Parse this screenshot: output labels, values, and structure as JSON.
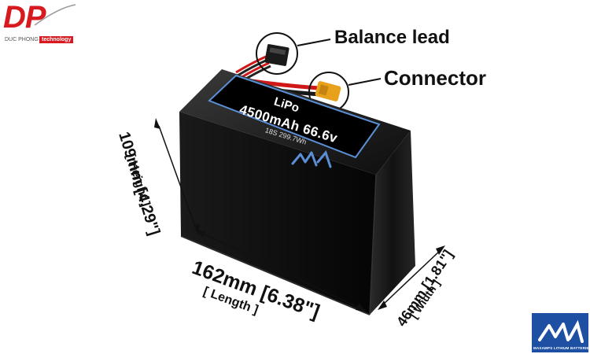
{
  "logo": {
    "letters": "DP",
    "tagline": "DUC PHONG",
    "badge": "technology",
    "brand_color": "#d71920"
  },
  "callouts": {
    "balance_lead": "Balance lead",
    "connector": "Connector"
  },
  "battery_label": {
    "chemistry": "LiPo",
    "capacity_voltage": "4500mAh 66.6v",
    "spec": "18S 299.7Wh"
  },
  "dimensions": {
    "height_value": "109mm [4.29\"]",
    "height_label": "[ Height ]",
    "length_value": "162mm [6.38\"]",
    "length_label": "[ Length ]",
    "width_value": "46mm [1.81\"]",
    "width_label": "[ Width ]"
  },
  "brand_mark": {
    "caption": "MAXAMPS LITHIUM BATTERIES",
    "color": "#1d4fa3"
  },
  "colors": {
    "battery_body": "#111111",
    "label_border": "#5b8fd6",
    "wire_red": "#d01818",
    "xt_connector": "#e8a11b"
  }
}
